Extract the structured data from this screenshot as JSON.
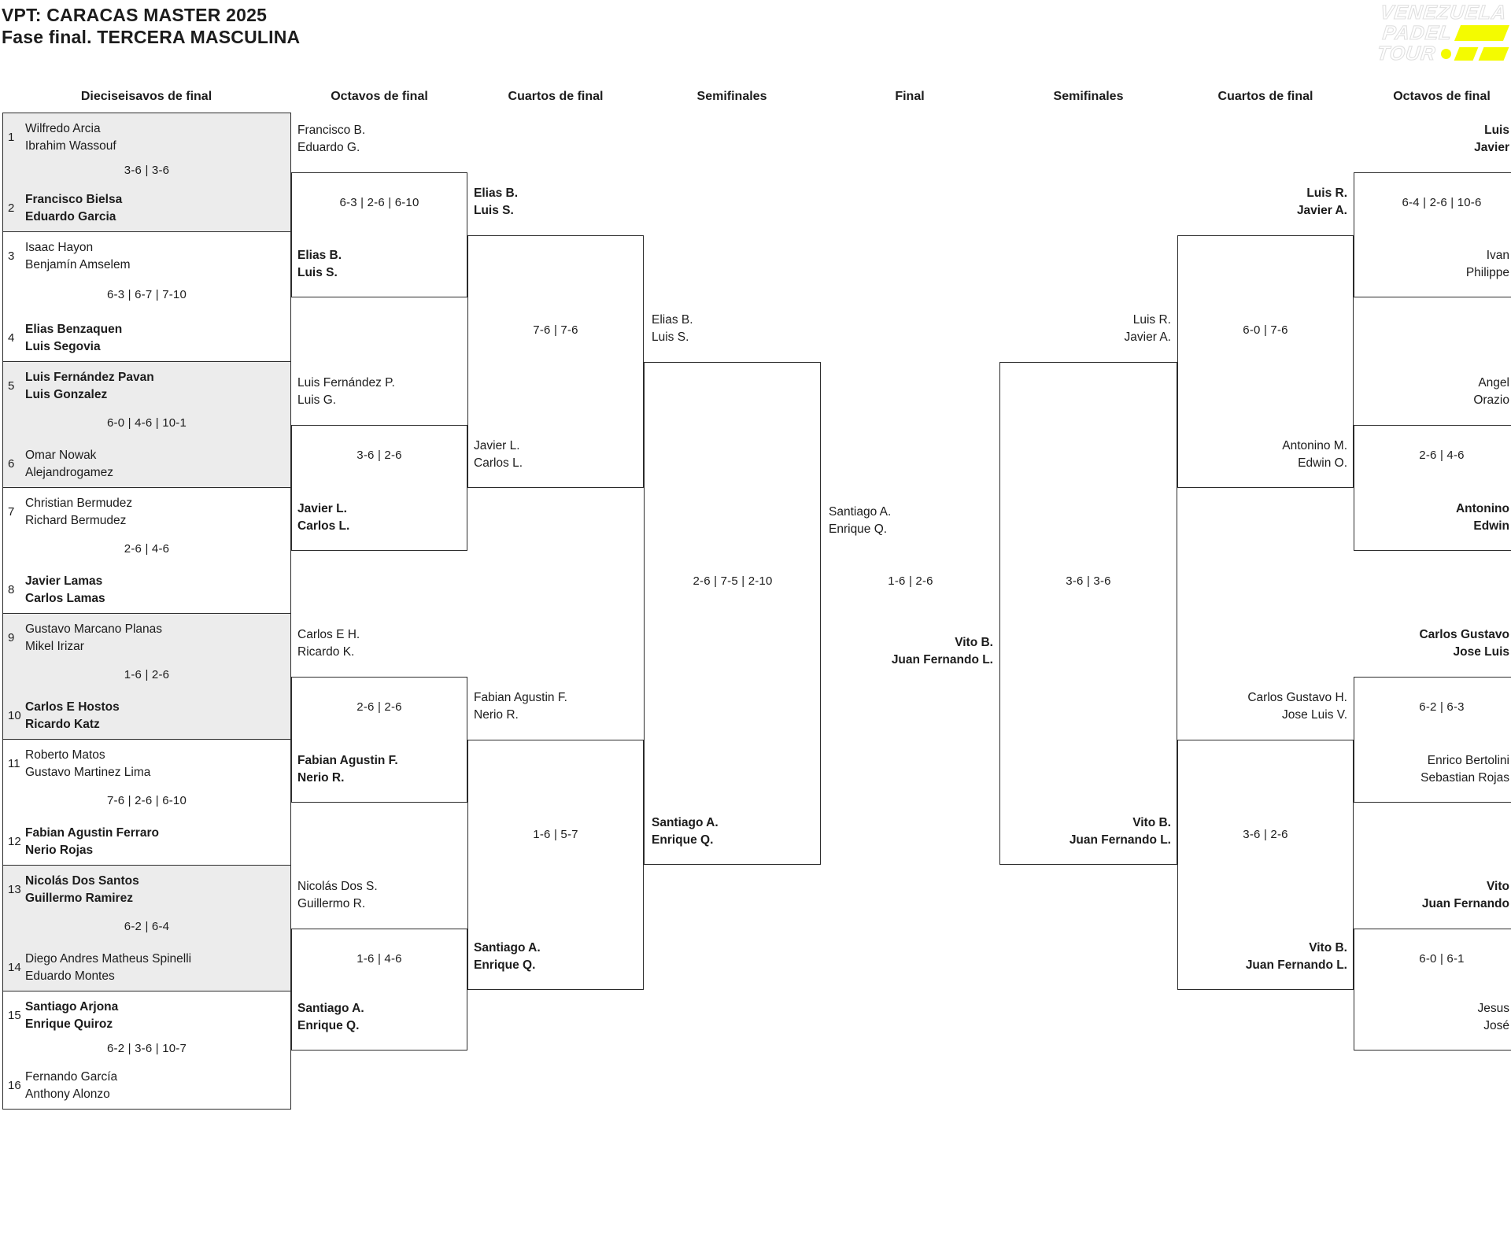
{
  "header": {
    "title_line1": "VPT: CARACAS MASTER 2025",
    "title_line2": "Fase final. TERCERA MASCULINA"
  },
  "logo": {
    "line1": "VENEZUELA",
    "line2": "PADEL",
    "line3": "TOUR"
  },
  "rounds": [
    "Dieciseisavos de final",
    "Octavos de final",
    "Cuartos de final",
    "Semifinales",
    "Final",
    "Semifinales",
    "Cuartos de final",
    "Octavos de final"
  ],
  "r16": [
    {
      "shaded": true,
      "top": {
        "seed": "1",
        "l1": "Wilfredo Arcia",
        "l2": "Ibrahim Wassouf",
        "win": false
      },
      "score": "3-6 | 3-6",
      "bottom": {
        "seed": "2",
        "l1": "Francisco Bielsa",
        "l2": "Eduardo Garcia",
        "win": true
      }
    },
    {
      "shaded": false,
      "top": {
        "seed": "3",
        "l1": "Isaac Hayon",
        "l2": "Benjamín Amselem",
        "win": false
      },
      "score": "6-3 | 6-7 | 7-10",
      "bottom": {
        "seed": "4",
        "l1": "Elias Benzaquen",
        "l2": "Luis Segovia",
        "win": true
      }
    },
    {
      "shaded": true,
      "top": {
        "seed": "5",
        "l1": "Luis Fernández Pavan",
        "l2": "Luis Gonzalez",
        "win": true
      },
      "score": "6-0 | 4-6 | 10-1",
      "bottom": {
        "seed": "6",
        "l1": "Omar Nowak",
        "l2": "Alejandrogamez",
        "win": false
      }
    },
    {
      "shaded": false,
      "top": {
        "seed": "7",
        "l1": "Christian Bermudez",
        "l2": "Richard Bermudez",
        "win": false
      },
      "score": "2-6 | 4-6",
      "bottom": {
        "seed": "8",
        "l1": "Javier Lamas",
        "l2": "Carlos Lamas",
        "win": true
      }
    },
    {
      "shaded": true,
      "top": {
        "seed": "9",
        "l1": "Gustavo Marcano Planas",
        "l2": "Mikel Irizar",
        "win": false
      },
      "score": "1-6 | 2-6",
      "bottom": {
        "seed": "10",
        "l1": "Carlos E Hostos",
        "l2": "Ricardo Katz",
        "win": true
      }
    },
    {
      "shaded": false,
      "top": {
        "seed": "11",
        "l1": "Roberto Matos",
        "l2": "Gustavo Martinez Lima",
        "win": false
      },
      "score": "7-6 | 2-6 | 6-10",
      "bottom": {
        "seed": "12",
        "l1": "Fabian Agustin Ferraro",
        "l2": "Nerio Rojas",
        "win": true
      }
    },
    {
      "shaded": true,
      "top": {
        "seed": "13",
        "l1": "Nicolás Dos Santos",
        "l2": "Guillermo Ramirez",
        "win": true
      },
      "score": "6-2 | 6-4",
      "bottom": {
        "seed": "14",
        "l1": "Diego Andres Matheus Spinelli",
        "l2": "Eduardo Montes",
        "win": false
      }
    },
    {
      "shaded": false,
      "top": {
        "seed": "15",
        "l1": "Santiago Arjona",
        "l2": "Enrique Quiroz",
        "win": true
      },
      "score": "6-2 | 3-6 | 10-7",
      "bottom": {
        "seed": "16",
        "l1": "Fernando García",
        "l2": "Anthony Alonzo",
        "win": false
      }
    }
  ],
  "octavos_left": [
    {
      "top": {
        "l1": "Francisco B.",
        "l2": "Eduardo G.",
        "win": false
      },
      "score": "6-3 | 2-6 | 6-10",
      "bottom": {
        "l1": "Elias B.",
        "l2": "Luis S.",
        "win": true
      }
    },
    {
      "top": {
        "l1": "Luis Fernández P.",
        "l2": "Luis G.",
        "win": false
      },
      "score": "3-6 | 2-6",
      "bottom": {
        "l1": "Javier L.",
        "l2": "Carlos L.",
        "win": true
      }
    },
    {
      "top": {
        "l1": "Carlos E H.",
        "l2": "Ricardo K.",
        "win": false
      },
      "score": "2-6 | 2-6",
      "bottom": {
        "l1": "Fabian Agustin F.",
        "l2": "Nerio R.",
        "win": true
      }
    },
    {
      "top": {
        "l1": "Nicolás Dos S.",
        "l2": "Guillermo R.",
        "win": false
      },
      "score": "1-6 | 4-6",
      "bottom": {
        "l1": "Santiago A.",
        "l2": "Enrique Q.",
        "win": true
      }
    }
  ],
  "cuartos_left": [
    {
      "top": {
        "l1": "Elias B.",
        "l2": "Luis S.",
        "win": true
      },
      "score": "7-6 | 7-6",
      "bottom": {
        "l1": "Javier L.",
        "l2": "Carlos L.",
        "win": false
      }
    },
    {
      "top": {
        "l1": "Fabian Agustin F.",
        "l2": "Nerio R.",
        "win": false
      },
      "score": "1-6 | 5-7",
      "bottom": {
        "l1": "Santiago A.",
        "l2": "Enrique Q.",
        "win": true
      }
    }
  ],
  "semifinal_left": {
    "top": {
      "l1": "Elias B.",
      "l2": "Luis S.",
      "win": false
    },
    "score": "2-6 | 7-5 | 2-10",
    "bottom": {
      "l1": "Santiago A.",
      "l2": "Enrique Q.",
      "win": true
    }
  },
  "final": {
    "top": {
      "l1": "Santiago A.",
      "l2": "Enrique Q.",
      "win": false
    },
    "score": "1-6 | 2-6",
    "bottom": {
      "l1": "Vito B.",
      "l2": "Juan Fernando L.",
      "win": true
    }
  },
  "semifinal_right": {
    "top": {
      "l1": "Luis R.",
      "l2": "Javier A.",
      "win": false
    },
    "score": "3-6 | 3-6",
    "bottom": {
      "l1": "Vito B.",
      "l2": "Juan Fernando L.",
      "win": true
    }
  },
  "cuartos_right": [
    {
      "top": {
        "l1": "Luis R.",
        "l2": "Javier A.",
        "win": true
      },
      "score": "6-0 | 7-6",
      "bottom": {
        "l1": "Antonino M.",
        "l2": "Edwin O.",
        "win": false
      }
    },
    {
      "top": {
        "l1": "Carlos Gustavo H.",
        "l2": "Jose Luis V.",
        "win": false
      },
      "score": "3-6 | 2-6",
      "bottom": {
        "l1": "Vito B.",
        "l2": "Juan Fernando L.",
        "win": true
      }
    }
  ],
  "octavos_right": [
    {
      "top": {
        "l1": "Luis",
        "l2": "Javier",
        "win": true
      },
      "score": "6-4 | 2-6 | 10-6",
      "bottom": {
        "l1": "Ivan",
        "l2": "Philippe",
        "win": false
      }
    },
    {
      "top": {
        "l1": "Angel",
        "l2": "Orazio",
        "win": false
      },
      "score": "2-6 | 4-6",
      "bottom": {
        "l1": "Antonino",
        "l2": "Edwin",
        "win": true
      }
    },
    {
      "top": {
        "l1": "Carlos Gustavo",
        "l2": "Jose Luis",
        "win": true
      },
      "score": "6-2 | 6-3",
      "bottom": {
        "l1": "Enrico Bertolini",
        "l2": "Sebastian Rojas",
        "win": false
      }
    },
    {
      "top": {
        "l1": "Vito",
        "l2": "Juan Fernando",
        "win": true
      },
      "score": "6-0 | 6-1",
      "bottom": {
        "l1": "Jesus",
        "l2": "José",
        "win": false
      }
    }
  ],
  "colors": {
    "accent_yellow": "#F4FB00",
    "line": "#2b2b2b",
    "shaded_row_bg": "#ececec",
    "text": "#1c1c1c"
  }
}
